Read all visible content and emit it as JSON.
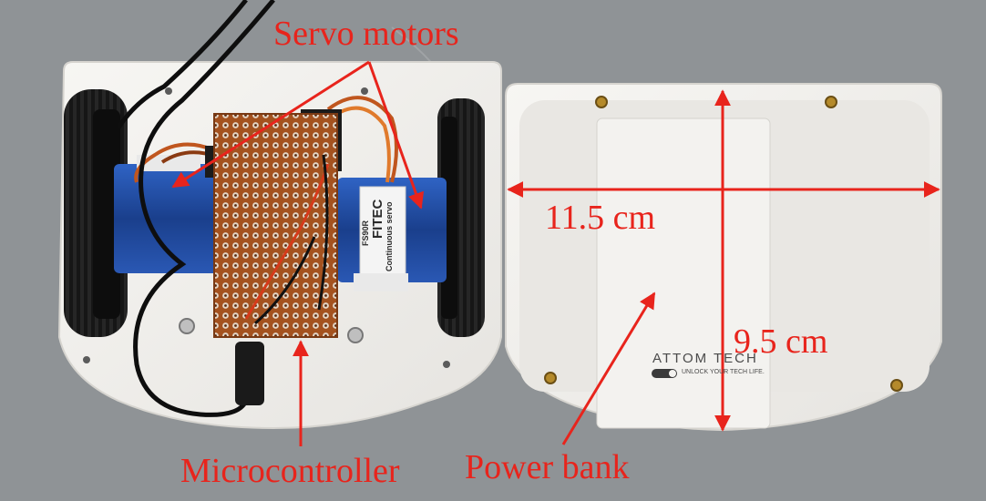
{
  "annotations": {
    "servo_motors": "Servo motors",
    "microcontroller": "Microcontroller",
    "power_bank": "Power bank",
    "width_dimension": "11.5 cm",
    "height_dimension": "9.5 cm"
  },
  "power_bank_branding": {
    "brand": "ATTOM TECH",
    "tagline": "UNLOCK YOUR TECH LIFE."
  },
  "servo_label": {
    "brand": "FITEC",
    "line1": "Continuous servo",
    "line2": "FS90R"
  },
  "colors": {
    "annotation": "#e8241c",
    "background": "#8f9396",
    "chassis": "#f2f1ee",
    "wheel": "#1a1a1a",
    "servo": "#1f4fa8",
    "pcb": "#a4521f"
  }
}
